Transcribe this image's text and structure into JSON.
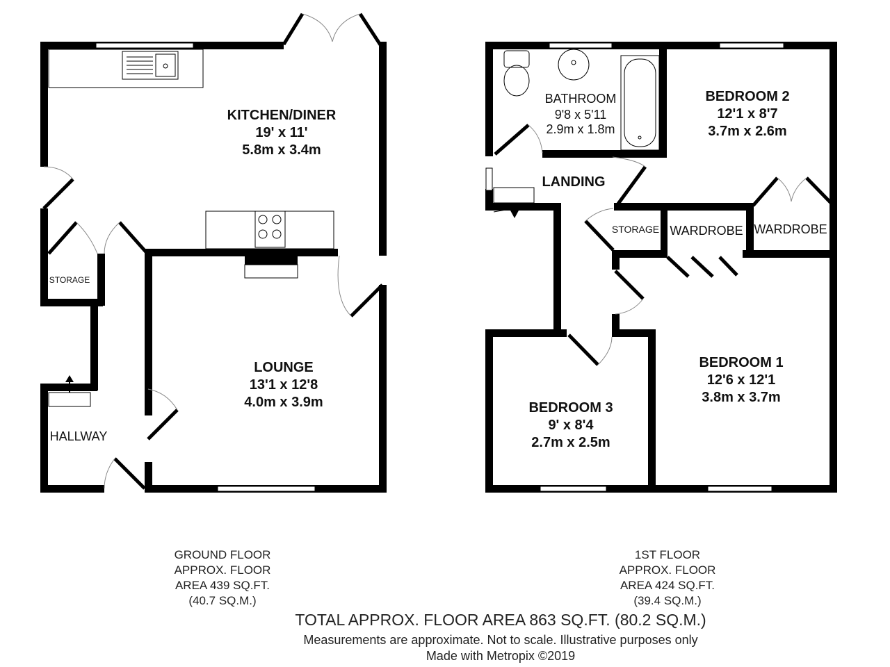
{
  "ground_floor": {
    "rooms": {
      "kitchen": {
        "name": "KITCHEN/DINER",
        "imperial": "19' x 11'",
        "metric": "5.8m x 3.4m"
      },
      "lounge": {
        "name": "LOUNGE",
        "imperial": "13'1 x 12'8",
        "metric": "4.0m x 3.9m"
      },
      "storage": {
        "name": "STORAGE"
      },
      "hallway": {
        "name": "HALLWAY"
      }
    },
    "summary": [
      "GROUND FLOOR",
      "APPROX. FLOOR",
      "AREA 439 SQ.FT.",
      "(40.7 SQ.M.)"
    ]
  },
  "first_floor": {
    "rooms": {
      "bathroom": {
        "name": "BATHROOM",
        "imperial": "9'8 x 5'11",
        "metric": "2.9m x 1.8m"
      },
      "bedroom2": {
        "name": "BEDROOM 2",
        "imperial": "12'1 x 8'7",
        "metric": "3.7m x 2.6m"
      },
      "landing": {
        "name": "LANDING"
      },
      "storage": {
        "name": "STORAGE"
      },
      "wardrobe1": {
        "name": "WARDROBE"
      },
      "wardrobe2": {
        "name": "WARDROBE"
      },
      "bedroom1": {
        "name": "BEDROOM 1",
        "imperial": "12'6 x 12'1",
        "metric": "3.8m x 3.7m"
      },
      "bedroom3": {
        "name": "BEDROOM 3",
        "imperial": "9' x 8'4",
        "metric": "2.7m x 2.5m"
      }
    },
    "summary": [
      "1ST FLOOR",
      "APPROX. FLOOR",
      "AREA 424 SQ.FT.",
      "(39.4 SQ.M.)"
    ]
  },
  "footer": {
    "total": "TOTAL APPROX. FLOOR AREA 863 SQ.FT. (80.2 SQ.M.)",
    "disclaimer": "Measurements are approximate.  Not to scale.  Illustrative purposes only",
    "credit": "Made with Metropix ©2019"
  }
}
